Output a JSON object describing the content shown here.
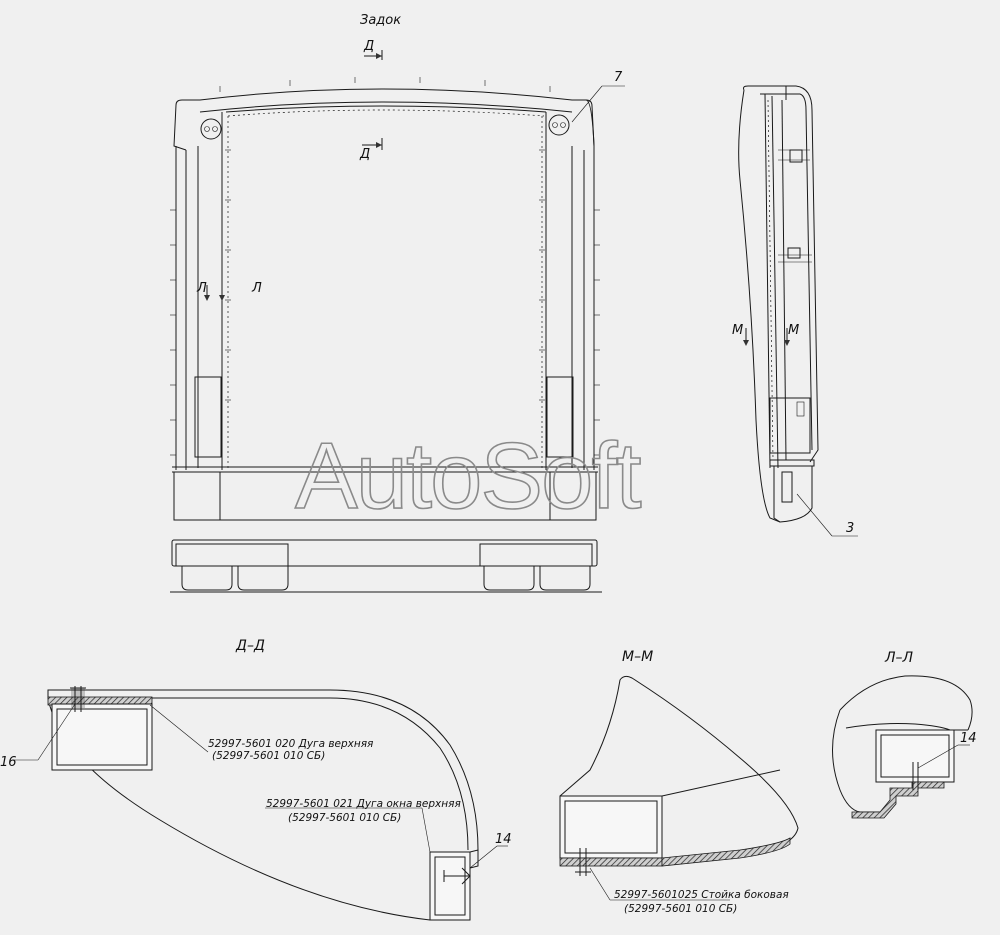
{
  "watermark": "AutoSoft",
  "views": {
    "main_title": "Задок",
    "cut_d_top": "Д",
    "cut_d_mid": "Д",
    "cut_l_left": "Л",
    "cut_l_right": "Л",
    "cut_m_left": "М",
    "cut_m_right": "М"
  },
  "callouts": {
    "c7": "7",
    "c3": "3",
    "c16": "16",
    "c14a": "14",
    "c14b": "14"
  },
  "sections": {
    "dd": {
      "title": "Д–Д"
    },
    "mm": {
      "title": "М–М"
    },
    "ll": {
      "title": "Л–Л"
    }
  },
  "captions": {
    "upper_arc": {
      "line1": "52997-5601 020 Дуга верхняя",
      "line2": "(52997-5601 010 СБ)"
    },
    "window_arc": {
      "line1": "52997-5601 021 Дуга окна  верхняя",
      "line2": "(52997-5601 010 СБ)"
    },
    "side_post": {
      "line1": "52997-5601025 Стойка боковая",
      "line2": "(52997-5601 010 СБ)"
    }
  }
}
